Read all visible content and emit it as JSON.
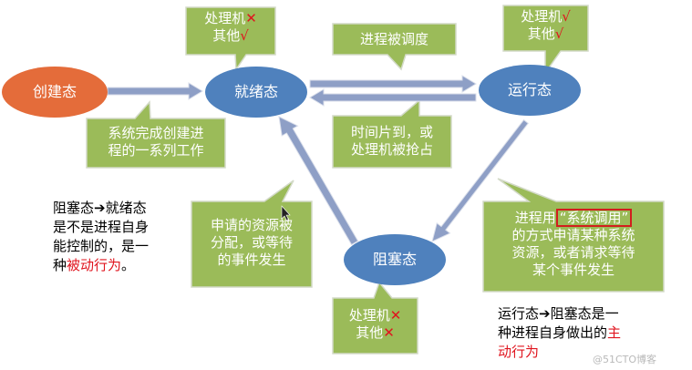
{
  "states": {
    "created": "创建态",
    "ready": "就绪态",
    "running": "运行态",
    "blocked": "阻塞态"
  },
  "callouts": {
    "ready_resources": {
      "line1_text": "处理机",
      "line1_mark": "✕",
      "line2_text": "其他",
      "line2_mark": "√"
    },
    "running_resources": {
      "line1_text": "处理机",
      "line1_mark": "√",
      "line2_text": "其他",
      "line2_mark": "√"
    },
    "blocked_resources": {
      "line1_text": "处理机",
      "line1_mark": "✕",
      "line2_text": "其他",
      "line2_mark": "✕"
    },
    "create_done": {
      "line1": "系统完成创建进",
      "line2": "程的一系列工作"
    },
    "schedule": {
      "line1": "进程被调度"
    },
    "timeslice": {
      "line1": "时间片到，或",
      "line2": "处理机被抢占"
    },
    "resource_granted": {
      "line1": "申请的资源被",
      "line2": "分配，或等待",
      "line3": "的事件发生"
    },
    "request": {
      "prefix": "进程用",
      "highlight": "“系统调用”",
      "line2": "的方式申请某种系统",
      "line3": "资源，或者请求等待",
      "line4": "某个事件发生"
    }
  },
  "notes": {
    "blocked_to_ready": {
      "line1": "阻塞态",
      "arrow": "➔",
      "line1_tail": "就绪态",
      "line2": "是不是进程自身",
      "line3": "能控制的，是一",
      "line4_prefix": "种",
      "line4_red": "被动行为",
      "line4_suffix": "。"
    },
    "running_to_blocked": {
      "line1": "运行态",
      "arrow": "➔",
      "line1_tail": "阻塞态是一",
      "line2_prefix": "种进程自身做出的",
      "line2_red": "主",
      "line3_red": "动行为"
    }
  },
  "watermark": "@51CTO博客",
  "colors": {
    "state_fill": "#4f81bd",
    "created_fill": "#e46c3a",
    "callout_fill": "#9bbb59",
    "callout_border": "#d3dac8",
    "arrow_fill": "#8e9fc6",
    "arrow_stroke": "#d9deea",
    "mark_red": "#e0141e"
  }
}
